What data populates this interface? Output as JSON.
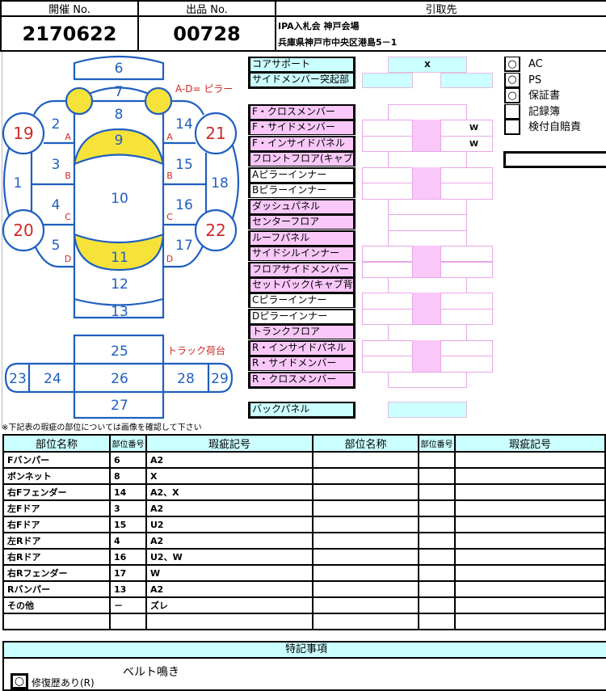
{
  "header": {
    "auction_no_label": "開催 No.",
    "auction_no": "2170622",
    "lot_no_label": "出品 No.",
    "lot_no": "00728",
    "pickup_label": "引取先",
    "pickup_line1": "IPA入札会 神戸会場",
    "pickup_line2": "兵庫県神戸市中央区港島5－1"
  },
  "diagram": {
    "pillar_note": "A-D= ピラー",
    "truck_note": "トラック荷台",
    "parts": [
      "1",
      "2",
      "3",
      "4",
      "5",
      "6",
      "7",
      "8",
      "9",
      "10",
      "11",
      "12",
      "13",
      "14",
      "15",
      "16",
      "17",
      "18",
      "19",
      "20",
      "21",
      "22",
      "23",
      "24",
      "25",
      "26",
      "27",
      "28",
      "29"
    ],
    "pillars": [
      "A",
      "B",
      "C",
      "D"
    ]
  },
  "frame": {
    "top": [
      {
        "label": "コアサポート",
        "value": "X"
      },
      {
        "label": "サイドメンバー突起部"
      }
    ],
    "rows": [
      {
        "label": "F・クロスメンバー",
        "left": "",
        "right": ""
      },
      {
        "label": "F・サイドメンバー",
        "left": "",
        "right": "W"
      },
      {
        "label": "F・インサイドパネル",
        "left": "",
        "right": "W"
      },
      {
        "label": "フロントフロア(キャブ床)"
      },
      {
        "label": "Aピラーインナー"
      },
      {
        "label": "Bピラーインナー"
      },
      {
        "label": "ダッシュパネル"
      },
      {
        "label": "センターフロア"
      },
      {
        "label": "ルーフパネル"
      },
      {
        "label": "サイドシルインナー"
      },
      {
        "label": "フロアサイドメンバー"
      },
      {
        "label": "セットバック(キャブ背)"
      },
      {
        "label": "Cピラーインナー"
      },
      {
        "label": "Dピラーインナー"
      },
      {
        "label": "トランクフロア"
      },
      {
        "label": "R・インサイドパネル"
      },
      {
        "label": "R・サイドメンバー"
      },
      {
        "label": "R・クロスメンバー"
      }
    ],
    "back": {
      "label": "バックパネル"
    }
  },
  "checks": [
    {
      "mark": "○",
      "label": "AC"
    },
    {
      "mark": "○",
      "label": "PS"
    },
    {
      "mark": "○",
      "label": "保証書"
    },
    {
      "mark": "",
      "label": "記録簿"
    },
    {
      "mark": "",
      "label": "検付自賠責"
    }
  ],
  "note": "※下記表の瑕疵の部位については画像を確認して下さい",
  "table": {
    "headers": [
      "部位名称",
      "部位番号",
      "瑕疵記号",
      "部位名称",
      "部位番号",
      "瑕疵記号"
    ],
    "rows": [
      [
        "Fバンパー",
        "6",
        "A2"
      ],
      [
        "ボンネット",
        "8",
        "X"
      ],
      [
        "右Fフェンダー",
        "14",
        "A2、X"
      ],
      [
        "左Fドア",
        "3",
        "A2"
      ],
      [
        "右Fドア",
        "15",
        "U2"
      ],
      [
        "左Rドア",
        "4",
        "A2"
      ],
      [
        "右Rドア",
        "16",
        "U2、W"
      ],
      [
        "右Rフェンダー",
        "17",
        "W"
      ],
      [
        "Rバンパー",
        "13",
        "A2"
      ],
      [
        "その他",
        "－",
        "ズレ"
      ],
      [
        "",
        "",
        ""
      ]
    ]
  },
  "remarks": {
    "title": "特記事項",
    "repair_mark": "○",
    "repair_label": "修復歴あり(R)",
    "text": "ベルト鳴き"
  },
  "colors": {
    "blue": "#1f5fbf",
    "red": "#d02828",
    "yellow": "#f7e23a",
    "pink": "#f9c8f9",
    "cyan": "#ccffff"
  }
}
